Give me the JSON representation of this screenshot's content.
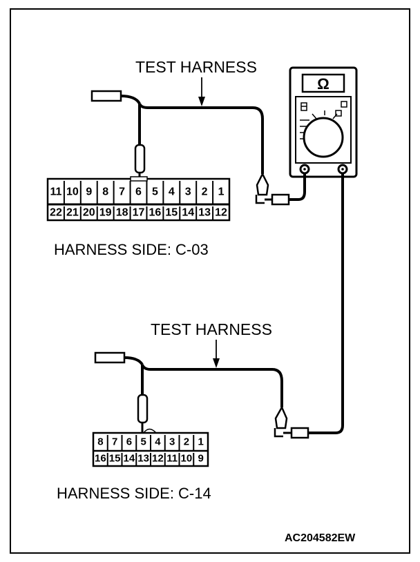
{
  "labels": {
    "test_harness_top": "TEST HARNESS",
    "test_harness_bottom": "TEST HARNESS",
    "harness_side_c03": "HARNESS SIDE: C-03",
    "harness_side_c14": "HARNESS SIDE: C-14",
    "figure_code": "AC204582EW"
  },
  "meter": {
    "symbol": "Ω",
    "icon": "ohmmeter-icon"
  },
  "connector_c03": {
    "row_top": [
      "11",
      "10",
      "9",
      "8",
      "7",
      "6",
      "5",
      "4",
      "3",
      "2",
      "1"
    ],
    "row_bottom": [
      "22",
      "21",
      "20",
      "19",
      "18",
      "17",
      "16",
      "15",
      "14",
      "13",
      "12"
    ],
    "probed_pin": "6"
  },
  "connector_c14": {
    "row_top": [
      "8",
      "7",
      "6",
      "5",
      "4",
      "3",
      "2",
      "1"
    ],
    "row_bottom": [
      "16",
      "15",
      "14",
      "13",
      "12",
      "11",
      "10",
      "9"
    ],
    "probed_pin": "5"
  },
  "colors": {
    "line": "#000000",
    "background": "#ffffff"
  }
}
